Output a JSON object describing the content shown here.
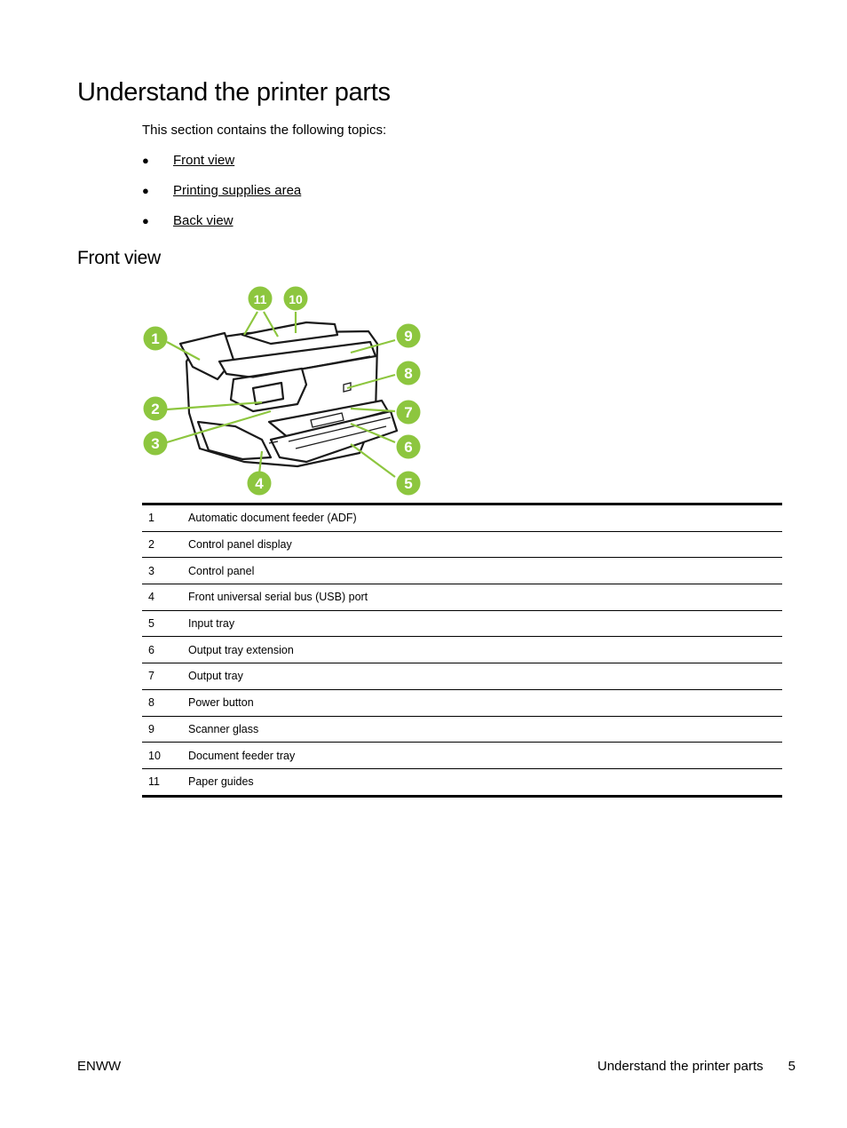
{
  "page": {
    "title": "Understand the printer parts",
    "intro": "This section contains the following topics:",
    "topics": [
      "Front view",
      "Printing supplies area",
      "Back view"
    ]
  },
  "section": {
    "title": "Front view"
  },
  "figure": {
    "callout_color": "#8dc63f",
    "callouts": [
      "1",
      "2",
      "3",
      "4",
      "5",
      "6",
      "7",
      "8",
      "9",
      "10",
      "11"
    ]
  },
  "parts_table": {
    "rows": [
      {
        "num": "1",
        "label": "Automatic document feeder (ADF)"
      },
      {
        "num": "2",
        "label": "Control panel display"
      },
      {
        "num": "3",
        "label": "Control panel"
      },
      {
        "num": "4",
        "label": "Front universal serial bus (USB) port"
      },
      {
        "num": "5",
        "label": "Input tray"
      },
      {
        "num": "6",
        "label": "Output tray extension"
      },
      {
        "num": "7",
        "label": "Output tray"
      },
      {
        "num": "8",
        "label": "Power button"
      },
      {
        "num": "9",
        "label": "Scanner glass"
      },
      {
        "num": "10",
        "label": "Document feeder tray"
      },
      {
        "num": "11",
        "label": "Paper guides"
      }
    ]
  },
  "footer": {
    "left": "ENWW",
    "section": "Understand the printer parts",
    "page_number": "5"
  }
}
